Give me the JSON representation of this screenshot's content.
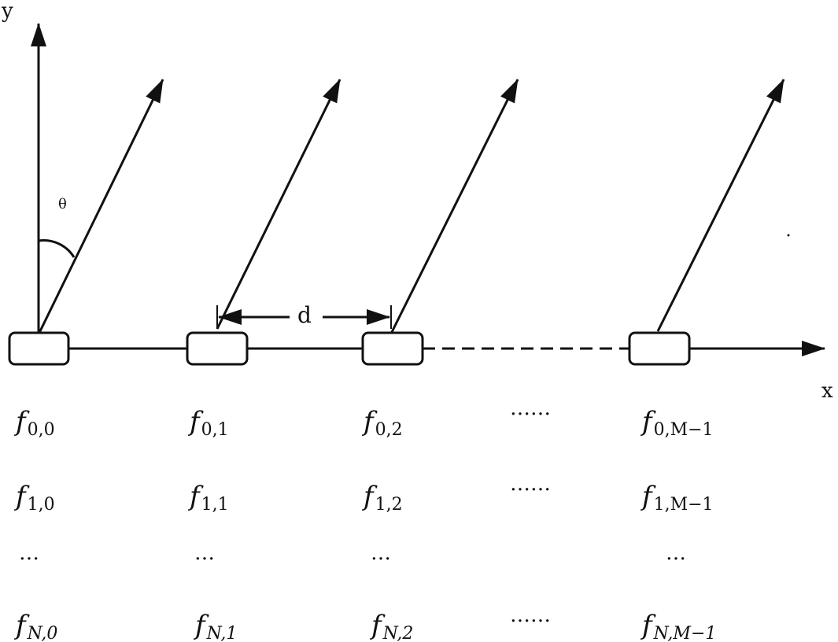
{
  "axes": {
    "y_label": "y",
    "x_label": "x",
    "angle_label": "θ",
    "spacing_label": "d"
  },
  "elements": [
    "0",
    "1",
    "2",
    "M-1"
  ],
  "rows": [
    {
      "row": "0",
      "cells": [
        {
          "f": "f",
          "sub": "0,0"
        },
        {
          "f": "f",
          "sub": "0,1"
        },
        {
          "f": "f",
          "sub": "0,2"
        },
        {
          "dots": "……"
        },
        {
          "f": "f",
          "sub": "0,M−1"
        }
      ]
    },
    {
      "row": "1",
      "cells": [
        {
          "f": "f",
          "sub": "1,0"
        },
        {
          "f": "f",
          "sub": "1,1"
        },
        {
          "f": "f",
          "sub": "1,2"
        },
        {
          "dots": "……"
        },
        {
          "f": "f",
          "sub": "1,M−1"
        }
      ]
    },
    {
      "row": "ellipsis",
      "cells": [
        {
          "dots": "…"
        },
        {
          "dots": "…"
        },
        {
          "dots": "…"
        },
        {
          "dots": ""
        },
        {
          "dots": "…"
        }
      ]
    },
    {
      "row": "N",
      "cells": [
        {
          "f": "f",
          "sub": "N,0"
        },
        {
          "f": "f",
          "sub": "N,1"
        },
        {
          "f": "f",
          "sub": "N,2"
        },
        {
          "dots": "……"
        },
        {
          "f": "f",
          "sub": "N,M−1"
        }
      ]
    }
  ]
}
